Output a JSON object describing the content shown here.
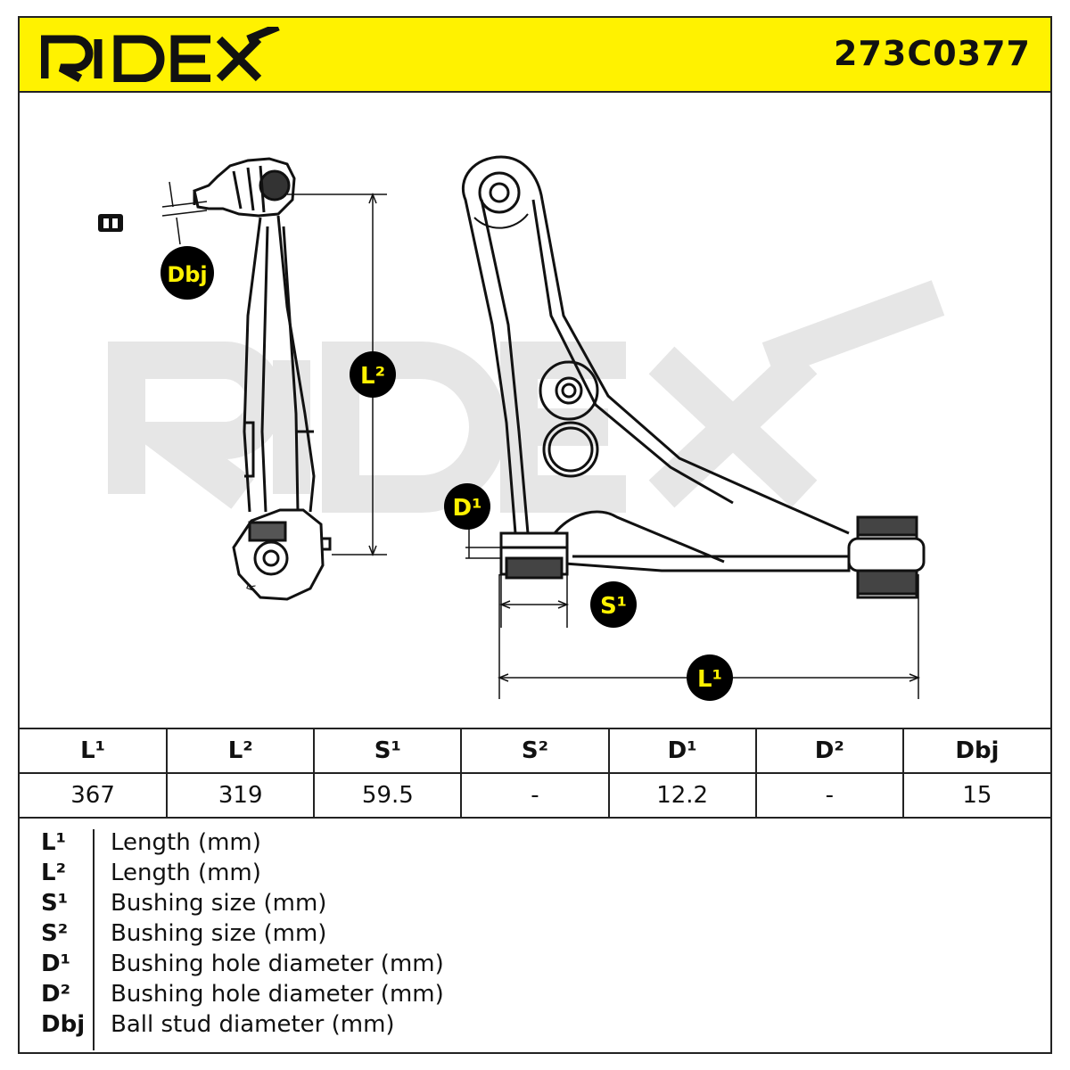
{
  "header": {
    "brand": "RIDEX",
    "part_number": "273C0377"
  },
  "watermark": "RIDEX",
  "drawing_labels": {
    "dbj": "Dbj",
    "l2": "L²",
    "d1": "D¹",
    "s1": "S¹",
    "l1": "L¹"
  },
  "table": {
    "headers": [
      "L¹",
      "L²",
      "S¹",
      "S²",
      "D¹",
      "D²",
      "Dbj"
    ],
    "values": [
      "367",
      "319",
      "59.5",
      "-",
      "12.2",
      "-",
      "15"
    ]
  },
  "legend": [
    {
      "key": "L¹",
      "desc": "Length (mm)"
    },
    {
      "key": "L²",
      "desc": "Length (mm)"
    },
    {
      "key": "S¹",
      "desc": "Bushing size (mm)"
    },
    {
      "key": "S²",
      "desc": "Bushing size (mm)"
    },
    {
      "key": "D¹",
      "desc": "Bushing hole diameter (mm)"
    },
    {
      "key": "D²",
      "desc": "Bushing hole diameter (mm)"
    },
    {
      "key": "Dbj",
      "desc": "Ball stud diameter (mm)"
    }
  ],
  "colors": {
    "brand_yellow": "#fff200",
    "watermark_grey": "#e6e6e6",
    "badge_black": "#000000"
  }
}
